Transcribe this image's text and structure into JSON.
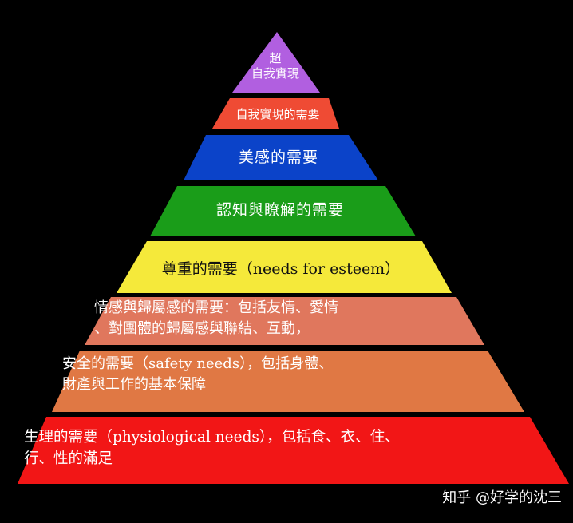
{
  "pyramid": {
    "tiers": [
      {
        "lines": [
          "超",
          "自我實現"
        ],
        "color": "#b15fe0"
      },
      {
        "lines": [
          "自我實現的需要"
        ],
        "color": "#ef4b34"
      },
      {
        "lines": [
          "美感的需要"
        ],
        "color": "#0b43c9"
      },
      {
        "lines": [
          "認知與瞭解的需要"
        ],
        "color": "#1a9d19"
      },
      {
        "lines": [
          "尊重的需要（needs for esteem）"
        ],
        "color": "#f5e93a"
      },
      {
        "lines": [
          "情感與歸屬感的需要：包括友情、愛情",
          "、對團體的歸屬感與聯結、互動，"
        ],
        "color": "#e0775d"
      },
      {
        "lines": [
          "安全的需要（safety needs），包括身體、",
          "財產與工作的基本保障"
        ],
        "color": "#e07844"
      },
      {
        "lines": [
          "生理的需要（physiological needs），包括食、衣、住、",
          "行、性的滿足"
        ],
        "color": "#f21616"
      }
    ]
  },
  "watermark": "知乎 @好学的沈三"
}
